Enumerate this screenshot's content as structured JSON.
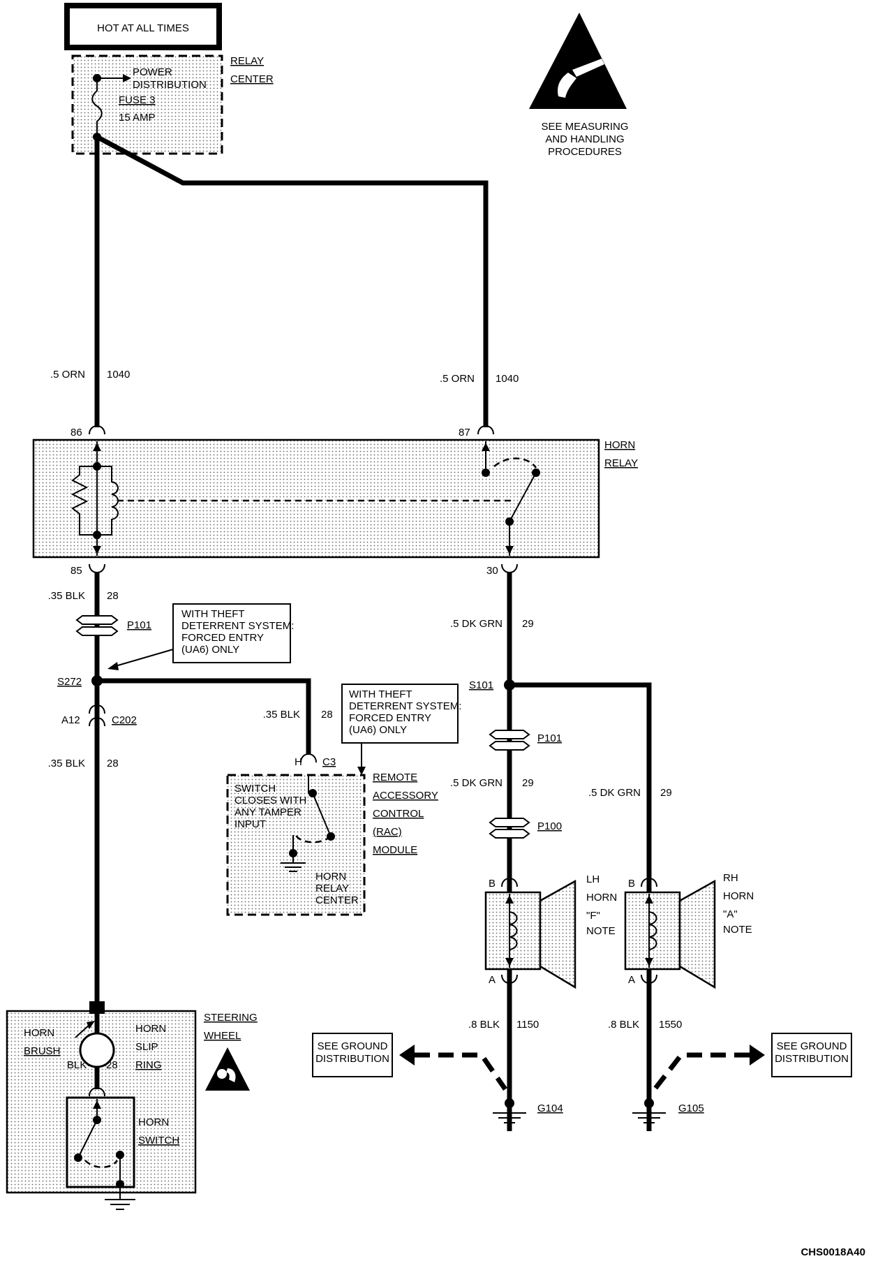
{
  "hot_at_all_times": "HOT AT ALL TIMES",
  "relay_center": {
    "line1": "RELAY",
    "line2": "CENTER"
  },
  "power_distribution": {
    "line1": "POWER",
    "line2": "DISTRIBUTION"
  },
  "fuse": {
    "name": "FUSE 3",
    "rating": "15 AMP"
  },
  "esd_note": {
    "line1": "SEE MEASURING",
    "line2": "AND HANDLING",
    "line3": "PROCEDURES"
  },
  "wires": {
    "left_1040": {
      "gauge": ".5 ORN",
      "circuit": "1040"
    },
    "right_1040": {
      "gauge": ".5 ORN",
      "circuit": "1040"
    },
    "left_28_a": {
      "gauge": ".35 BLK",
      "circuit": "28"
    },
    "left_28_b": {
      "gauge": ".35 BLK",
      "circuit": "28"
    },
    "rac_28": {
      "gauge": ".35 BLK",
      "circuit": "28"
    },
    "right_29_a": {
      "gauge": ".5 DK GRN",
      "circuit": "29"
    },
    "right_29_b": {
      "gauge": ".5 DK GRN",
      "circuit": "29"
    },
    "rh_29": {
      "gauge": ".5 DK GRN",
      "circuit": "29"
    },
    "lh_1150": {
      "gauge": ".8 BLK",
      "circuit": "1150"
    },
    "rh_1550": {
      "gauge": ".8 BLK",
      "circuit": "1550"
    },
    "wheel_28": {
      "gauge": "BLK",
      "circuit": "28"
    }
  },
  "horn_relay": {
    "line1": "HORN",
    "line2": "RELAY",
    "pin86": "86",
    "pin87": "87",
    "pin85": "85",
    "pin30": "30"
  },
  "connectors": {
    "p101_left": "P101",
    "p101_right": "P101",
    "p100": "P100",
    "s272": "S272",
    "s101": "S101",
    "a12": "A12",
    "c202": "C202",
    "h": "H",
    "c3": "C3"
  },
  "theft_note_1": {
    "line1": "WITH THEFT",
    "line2": "DETERRENT SYSTEM:",
    "line3": "FORCED ENTRY",
    "line4": "(UA6) ONLY"
  },
  "theft_note_2": {
    "line1": "WITH THEFT",
    "line2": "DETERRENT SYSTEM:",
    "line3": "FORCED ENTRY",
    "line4": "(UA6) ONLY"
  },
  "rac_module": {
    "line1": "REMOTE",
    "line2": "ACCESSORY",
    "line3": "CONTROL",
    "line4": "(RAC)",
    "line5": "MODULE"
  },
  "rac_switch": {
    "line1": "SWITCH",
    "line2": "CLOSES WITH",
    "line3": "ANY TAMPER",
    "line4": "INPUT"
  },
  "horn_relay_center": {
    "line1": "HORN",
    "line2": "RELAY",
    "line3": "CENTER"
  },
  "lh_horn": {
    "line1": "LH",
    "line2": "HORN",
    "line3": "\"F\"",
    "line4": "NOTE",
    "pinB": "B",
    "pinA": "A"
  },
  "rh_horn": {
    "line1": "RH",
    "line2": "HORN",
    "line3": "\"A\"",
    "line4": "NOTE",
    "pinB": "B",
    "pinA": "A"
  },
  "steering_wheel": {
    "line1": "STEERING",
    "line2": "WHEEL"
  },
  "horn_brush": {
    "line1": "HORN",
    "line2": "BRUSH"
  },
  "horn_slip_ring": {
    "line1": "HORN",
    "line2": "SLIP",
    "line3": "RING"
  },
  "horn_switch": {
    "line1": "HORN",
    "line2": "SWITCH"
  },
  "ground_left": {
    "line1": "SEE GROUND",
    "line2": "DISTRIBUTION",
    "id": "G104"
  },
  "ground_right": {
    "line1": "SEE GROUND",
    "line2": "DISTRIBUTION",
    "id": "G105"
  },
  "figure_id": "CHS0018A40"
}
